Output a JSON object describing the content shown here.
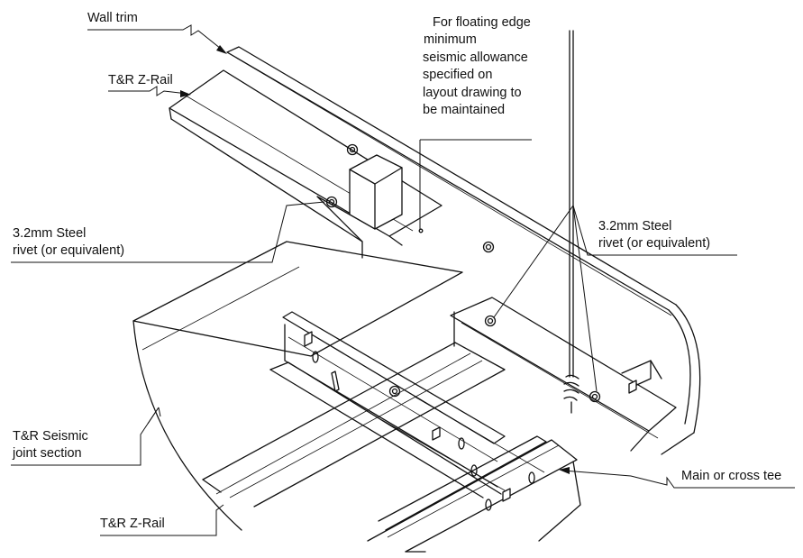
{
  "labels": {
    "wall_trim": "Wall trim",
    "z_rail_top": "T&R Z-Rail",
    "floating_edge_note": [
      "For floating edge",
      "minimum",
      "seismic allowance",
      "specified on",
      "layout drawing to",
      "be maintained"
    ],
    "rivet_left": [
      "3.2mm Steel",
      "rivet (or equivalent)"
    ],
    "rivet_right": [
      "3.2mm Steel",
      "rivet (or equivalent)"
    ],
    "seismic_joint": [
      "T&R Seismic",
      "joint section"
    ],
    "main_cross_tee": "Main or cross tee",
    "z_rail_bottom": "T&R Z-Rail"
  }
}
